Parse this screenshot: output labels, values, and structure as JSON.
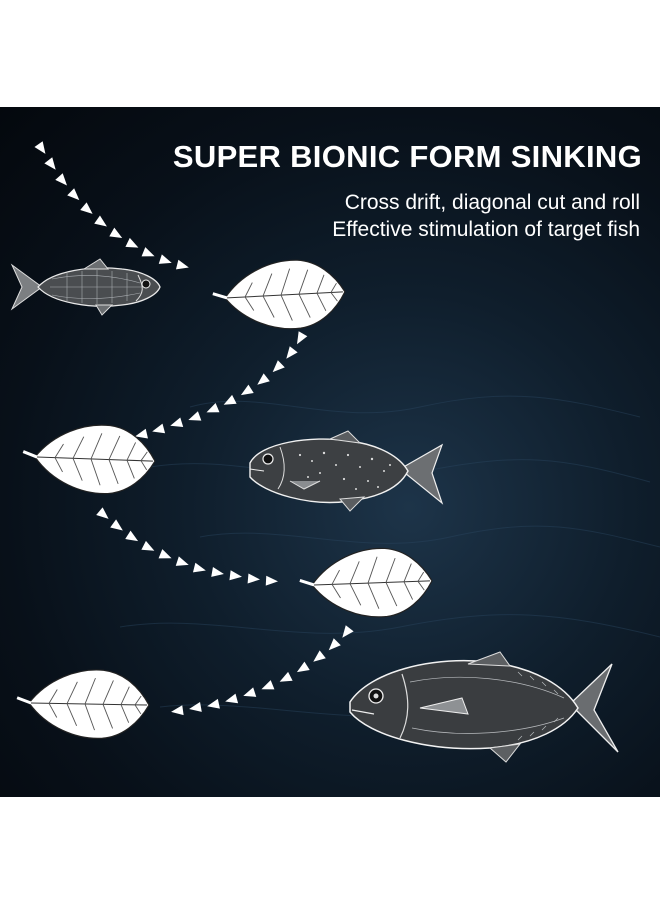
{
  "heading": {
    "title": "SUPER BIONIC FORM SINKING",
    "line1": "Cross drift, diagonal cut and roll",
    "line2": "Effective stimulation of target fish"
  },
  "colors": {
    "background_dark": "#081019",
    "water_highlight": "#1d3449",
    "illustration": "#ffffff"
  },
  "illustrations": [
    "leaf-icon",
    "fish-icon",
    "arrow-trail"
  ]
}
